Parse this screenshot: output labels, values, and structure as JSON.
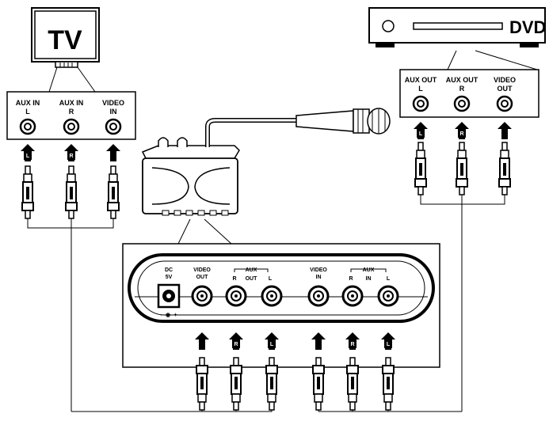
{
  "tv": {
    "title": "TV",
    "jacks": [
      {
        "top": "AUX IN",
        "bottom": "L"
      },
      {
        "top": "AUX IN",
        "bottom": "R"
      },
      {
        "top": "VIDEO",
        "bottom": "IN"
      }
    ],
    "arrow_tags": [
      "L",
      "R",
      ""
    ]
  },
  "dvd": {
    "title": "DVD",
    "jacks": [
      {
        "top": "AUX OUT",
        "bottom": "L"
      },
      {
        "top": "AUX OUT",
        "bottom": "R"
      },
      {
        "top": "VIDEO",
        "bottom": "OUT"
      }
    ],
    "arrow_tags": [
      "L",
      "R",
      ""
    ]
  },
  "panel": {
    "dc_top": "DC",
    "dc_bottom": "5V",
    "polarity": "- -◉- +",
    "video_out_top": "VIDEO",
    "video_out_bottom": "OUT",
    "aux_out_top": "AUX",
    "aux_out_r": "R",
    "aux_out_mid": "OUT",
    "aux_out_l": "L",
    "video_in_top": "VIDEO",
    "video_in_bottom": "IN",
    "aux_in_top": "AUX",
    "aux_in_r": "R",
    "aux_in_mid": "IN",
    "aux_in_l": "L",
    "arrow_tags": [
      "",
      "R",
      "L",
      "",
      "R",
      "L"
    ]
  }
}
